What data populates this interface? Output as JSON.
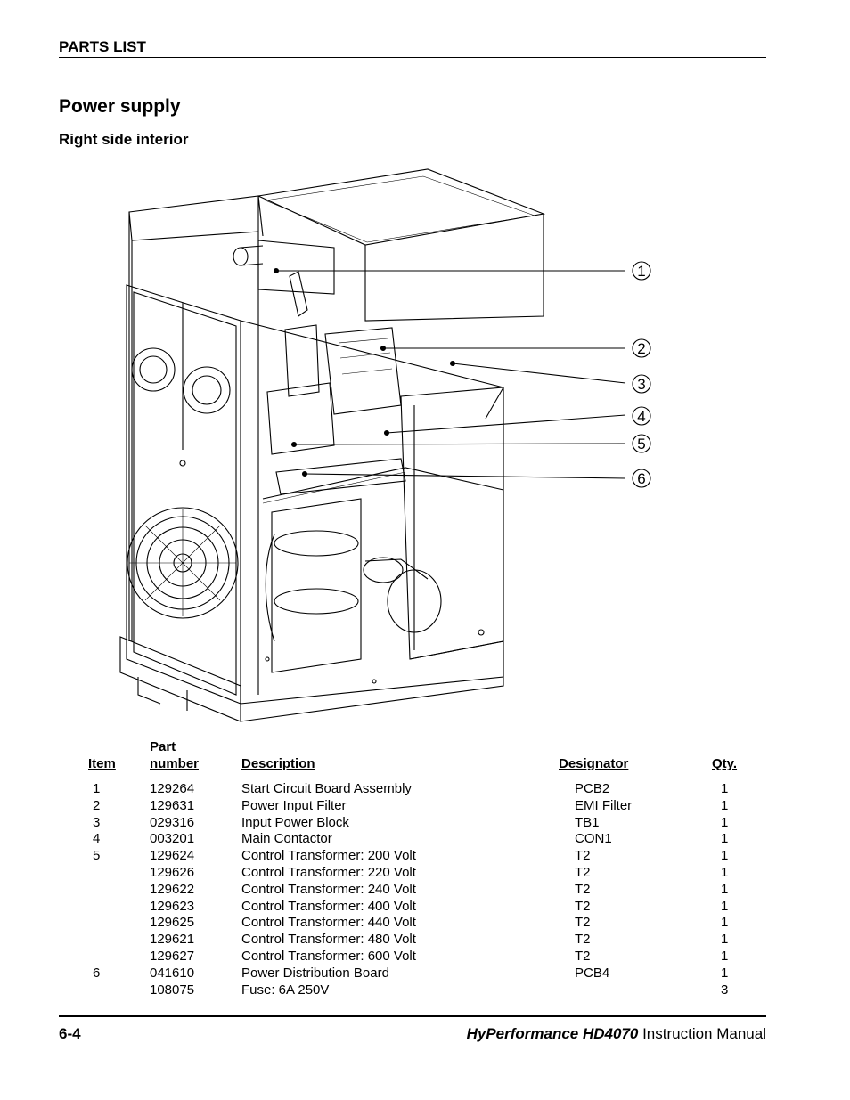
{
  "header": {
    "section": "PARTS LIST"
  },
  "title": "Power supply",
  "subtitle": "Right side interior",
  "callouts": [
    "1",
    "2",
    "3",
    "4",
    "5",
    "6"
  ],
  "table": {
    "headers": {
      "item": "Item",
      "part_line1": "Part",
      "part_line2": "number",
      "description": "Description",
      "designator": "Designator",
      "qty": "Qty."
    },
    "rows": [
      {
        "item": "1",
        "part": "129264",
        "description": "Start Circuit Board Assembly",
        "designator": "PCB2",
        "qty": "1"
      },
      {
        "item": "2",
        "part": "129631",
        "description": "Power Input Filter",
        "designator": "EMI Filter",
        "qty": "1"
      },
      {
        "item": "3",
        "part": "029316",
        "description": "Input Power Block",
        "designator": "TB1",
        "qty": "1"
      },
      {
        "item": "4",
        "part": "003201",
        "description": "Main Contactor",
        "designator": "CON1",
        "qty": "1"
      },
      {
        "item": "5",
        "part": "129624",
        "description": "Control Transformer: 200 Volt",
        "designator": "T2",
        "qty": "1"
      },
      {
        "item": "",
        "part": "129626",
        "description": "Control Transformer: 220 Volt",
        "designator": "T2",
        "qty": "1"
      },
      {
        "item": "",
        "part": "129622",
        "description": "Control Transformer: 240 Volt",
        "designator": "T2",
        "qty": "1"
      },
      {
        "item": "",
        "part": "129623",
        "description": "Control Transformer: 400 Volt",
        "designator": "T2",
        "qty": "1"
      },
      {
        "item": "",
        "part": "129625",
        "description": "Control Transformer: 440 Volt",
        "designator": "T2",
        "qty": "1"
      },
      {
        "item": "",
        "part": "129621",
        "description": "Control Transformer: 480 Volt",
        "designator": "T2",
        "qty": "1"
      },
      {
        "item": "",
        "part": "129627",
        "description": "Control Transformer: 600 Volt",
        "designator": "T2",
        "qty": "1"
      },
      {
        "item": "6",
        "part": "041610",
        "description": "Power Distribution Board",
        "designator": "PCB4",
        "qty": "1"
      },
      {
        "item": "",
        "part": "108075",
        "description": "Fuse: 6A 250V",
        "designator": "",
        "qty": "3"
      }
    ]
  },
  "footer": {
    "page": "6-4",
    "brand": "HyPerformance HD4070",
    "doc": " Instruction Manual"
  }
}
